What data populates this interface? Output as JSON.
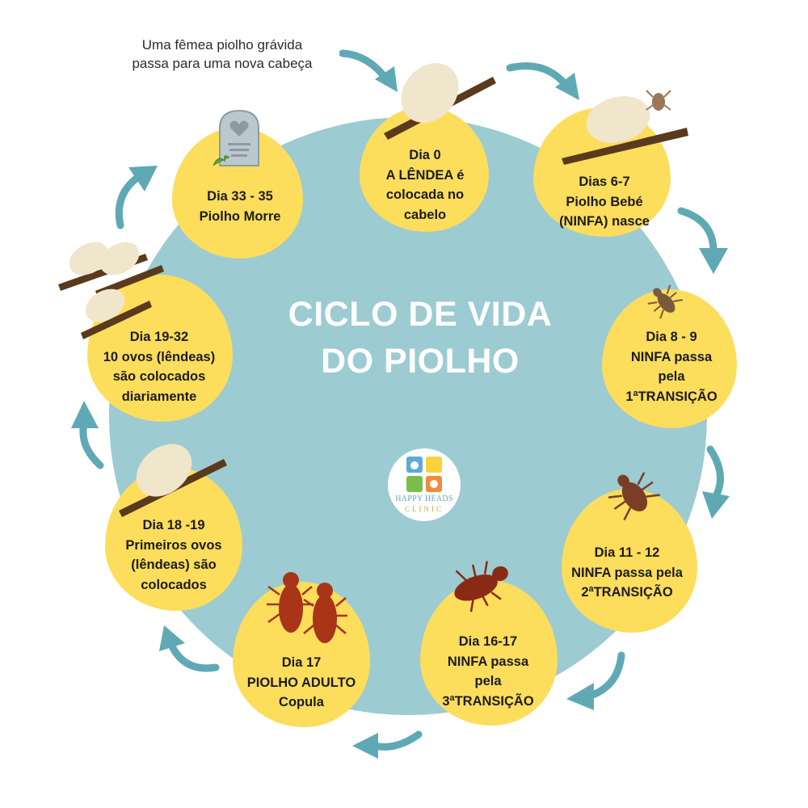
{
  "intro_note": [
    "Uma fêmea piolho grávida",
    "passa para uma nova cabeça"
  ],
  "title": [
    "CICLO DE VIDA",
    "DO PIOLHO"
  ],
  "stages": [
    {
      "lines": [
        "Dia 0",
        "A LÊNDEA é",
        "colocada no",
        "cabelo"
      ],
      "icon": "nit-on-hair-icon"
    },
    {
      "lines": [
        "Dias 6-7",
        "Piolho Bebé",
        "(NINFA) nasce"
      ],
      "icon": "hatching-nymph-icon"
    },
    {
      "lines": [
        "Dia 8 - 9",
        "NINFA passa",
        "pela",
        "1ªTRANSIÇÃO"
      ],
      "icon": "small-nymph-icon"
    },
    {
      "lines": [
        "Dia 11 - 12",
        "NINFA passa pela",
        "2ªTRANSIÇÃO"
      ],
      "icon": "medium-nymph-icon"
    },
    {
      "lines": [
        "Dia 16-17",
        "NINFA passa",
        "pela",
        "3ªTRANSIÇÃO"
      ],
      "icon": "large-nymph-icon"
    },
    {
      "lines": [
        "Dia 17",
        "PIOLHO ADULTO",
        "Copula"
      ],
      "icon": "adult-lice-pair-icon"
    },
    {
      "lines": [
        "Dia 18 -19",
        "Primeiros ovos",
        "(lêndeas) são",
        "colocados"
      ],
      "icon": "first-egg-icon"
    },
    {
      "lines": [
        "Dia 19-32",
        "10 ovos (lêndeas)",
        "são colocados",
        "diariamente"
      ],
      "icon": "multiple-eggs-icon"
    },
    {
      "lines": [
        "Dia 33 - 35",
        "Piolho Morre"
      ],
      "icon": "tombstone-icon"
    }
  ],
  "logo": {
    "line1": "HAPPY HEADS",
    "line2": "CLINIC"
  },
  "colors": {
    "circle": "#9ccbd2",
    "blob": "#fddd5c",
    "arrow": "#5fa9b5",
    "title": "#ffffff",
    "stick": "#5a3a1c",
    "egg": "#f0e6cc",
    "louse": "#8b2a14"
  }
}
